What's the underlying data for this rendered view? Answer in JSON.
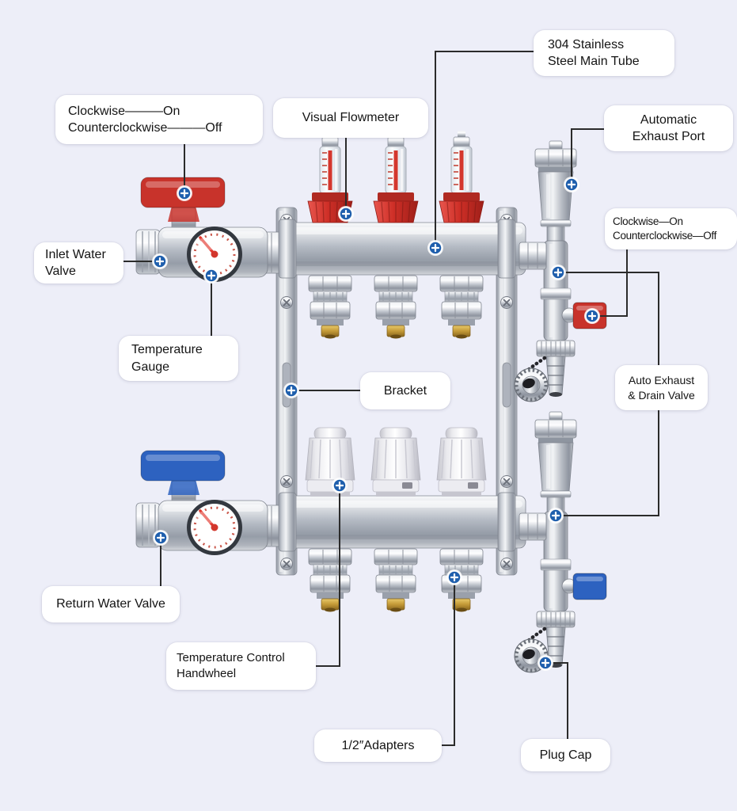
{
  "page": {
    "kind": "annotated-product-diagram",
    "subject": "floor heating water manifold with callout labels",
    "background_color": "#edeef8"
  },
  "colors": {
    "marker_blue": "#1f5fad",
    "leader_line": "#2b2b2b",
    "label_background": "#ffffff",
    "label_text": "#141414",
    "supply_red": "#c8332b",
    "return_blue": "#2d62c0",
    "brass": "#c49a37",
    "steel": "#b6bcc5"
  },
  "callout_marker": {
    "glyph": "+",
    "shape": "circle"
  },
  "labels": {
    "valve_direction_top": {
      "lines": [
        "Clockwise———On",
        "Counterclockwise———Off"
      ]
    },
    "visual_flowmeter": {
      "lines": [
        "Visual Flowmeter"
      ]
    },
    "main_tube": {
      "lines": [
        "304 Stainless",
        "Steel Main Tube"
      ]
    },
    "automatic_exhaust_port": {
      "lines": [
        "Automatic",
        "Exhaust Port"
      ]
    },
    "inlet_water_valve": {
      "lines": [
        "Inlet Water",
        "Valve"
      ]
    },
    "valve_direction_right": {
      "lines": [
        "Clockwise—On",
        "Counterclockwise—Off"
      ]
    },
    "temperature_gauge": {
      "lines": [
        "Temperature",
        "Gauge"
      ]
    },
    "bracket": {
      "lines": [
        "Bracket"
      ]
    },
    "auto_exhaust_drain_valve": {
      "lines": [
        "Auto Exhaust",
        "& Drain Valve"
      ]
    },
    "return_water_valve": {
      "lines": [
        "Return Water Valve"
      ]
    },
    "temperature_control_handwheel": {
      "lines": [
        "Temperature Control",
        "Handwheel"
      ]
    },
    "half_inch_adapters": {
      "lines": [
        "1/2″Adapters"
      ]
    },
    "plug_cap": {
      "lines": [
        "Plug Cap"
      ]
    }
  }
}
